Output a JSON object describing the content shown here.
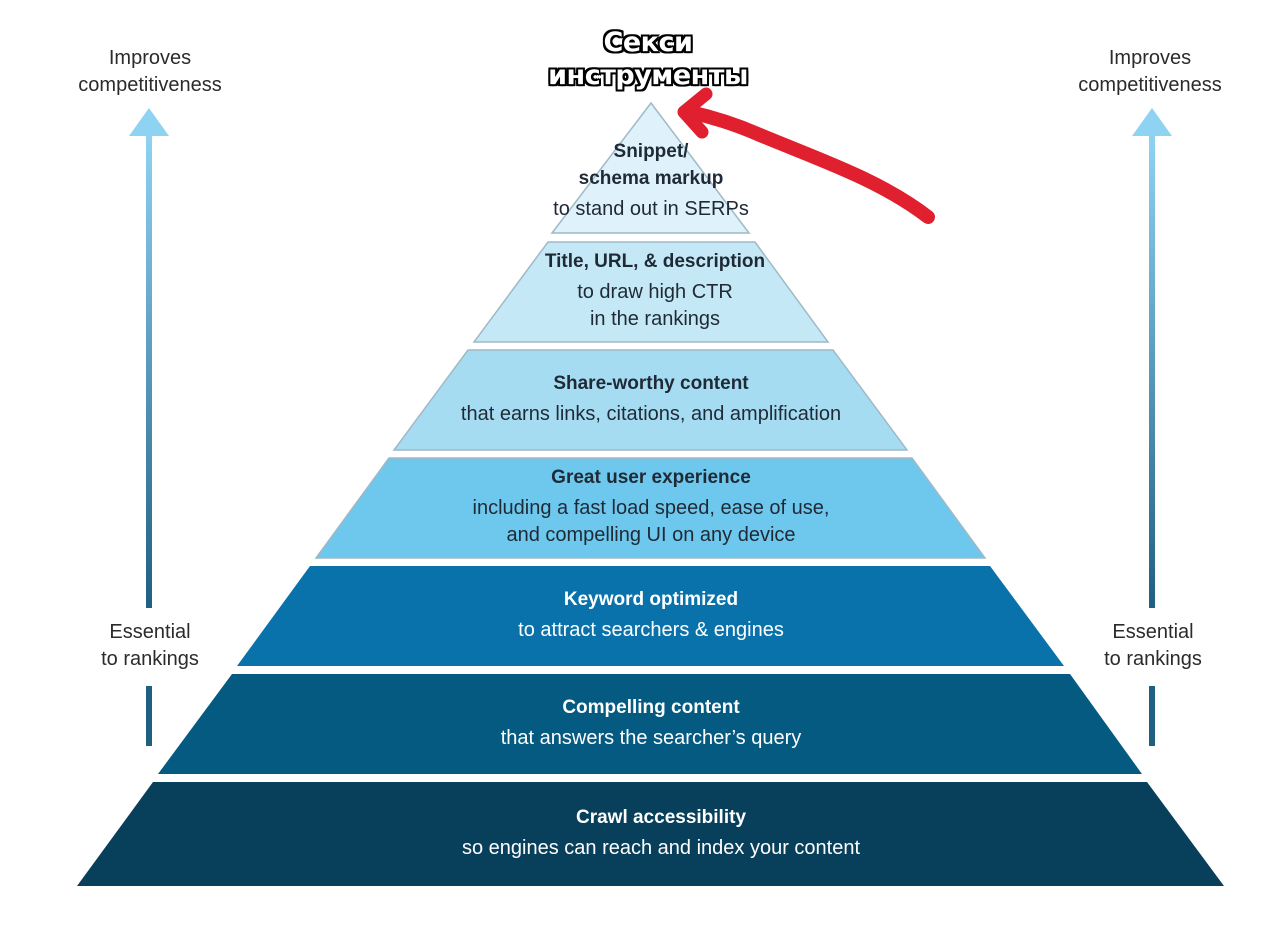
{
  "side_labels": {
    "left_top": [
      "Improves",
      "competitiveness"
    ],
    "left_bottom": [
      "Essential",
      "to rankings"
    ],
    "right_top": [
      "Improves",
      "competitiveness"
    ],
    "right_bottom": [
      "Essential",
      "to rankings"
    ]
  },
  "tiers": [
    {
      "title": "Snippet/",
      "title2": "schema markup",
      "lines": [
        "to stand out in SERPs"
      ],
      "color": "#dff1fb"
    },
    {
      "title": "Title, URL, & description",
      "lines": [
        "to draw high CTR",
        "in the rankings"
      ],
      "color": "#c5e8f7"
    },
    {
      "title": "Share-worthy content",
      "lines": [
        "that earns links, citations, and amplification"
      ],
      "color": "#a6dcf2"
    },
    {
      "title": "Great user experience",
      "lines": [
        "including a fast load speed, ease of use,",
        "and compelling UI on any device"
      ],
      "color": "#6ec7ec"
    },
    {
      "title": "Keyword optimized",
      "lines": [
        "to attract searchers & engines"
      ],
      "color": "#0a72aa"
    },
    {
      "title": "Compelling content",
      "lines": [
        "that answers the searcher’s query"
      ],
      "color": "#045a80"
    },
    {
      "title": "Crawl accessibility",
      "lines": [
        "so engines can reach and index your content"
      ],
      "color": "#083f5a"
    }
  ],
  "meme_caption": [
    "Секси",
    "инструменты"
  ],
  "colors": {
    "arrow_light": "#8fd3f2",
    "arrow_dark": "#1f5f7f",
    "red_annotation": "#e0202e"
  }
}
